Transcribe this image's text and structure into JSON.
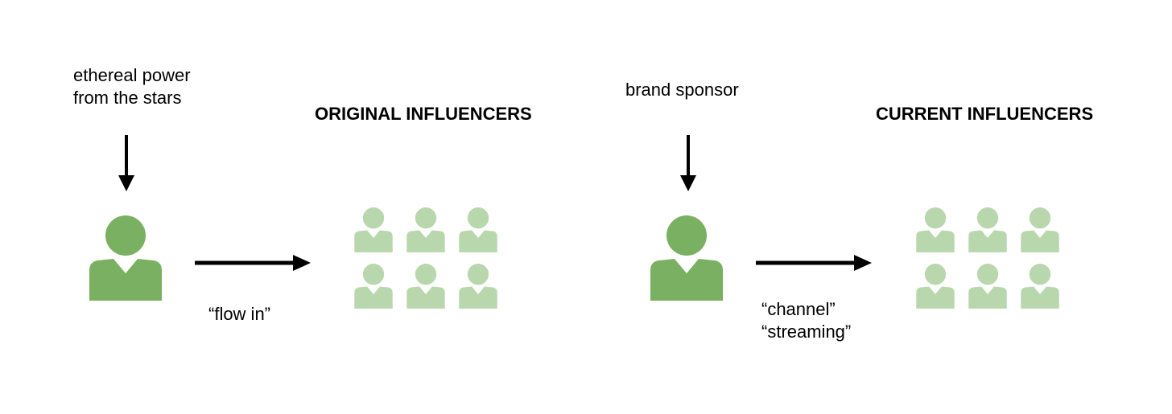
{
  "colors": {
    "source_person": "#7ab062",
    "audience_person": "#b9d7ad",
    "arrow": "#000000",
    "background": "#ffffff"
  },
  "left": {
    "source_label": [
      "ethereal power",
      "from the stars"
    ],
    "title": "ORIGINAL INFLUENCERS",
    "flow_label": [
      "“flow in”"
    ]
  },
  "right": {
    "source_label": [
      "brand sponsor"
    ],
    "title": "CURRENT INFLUENCERS",
    "flow_label": [
      "“channel”",
      "“streaming”"
    ]
  },
  "icons": {
    "source": "person-icon",
    "audience": "person-icon"
  }
}
